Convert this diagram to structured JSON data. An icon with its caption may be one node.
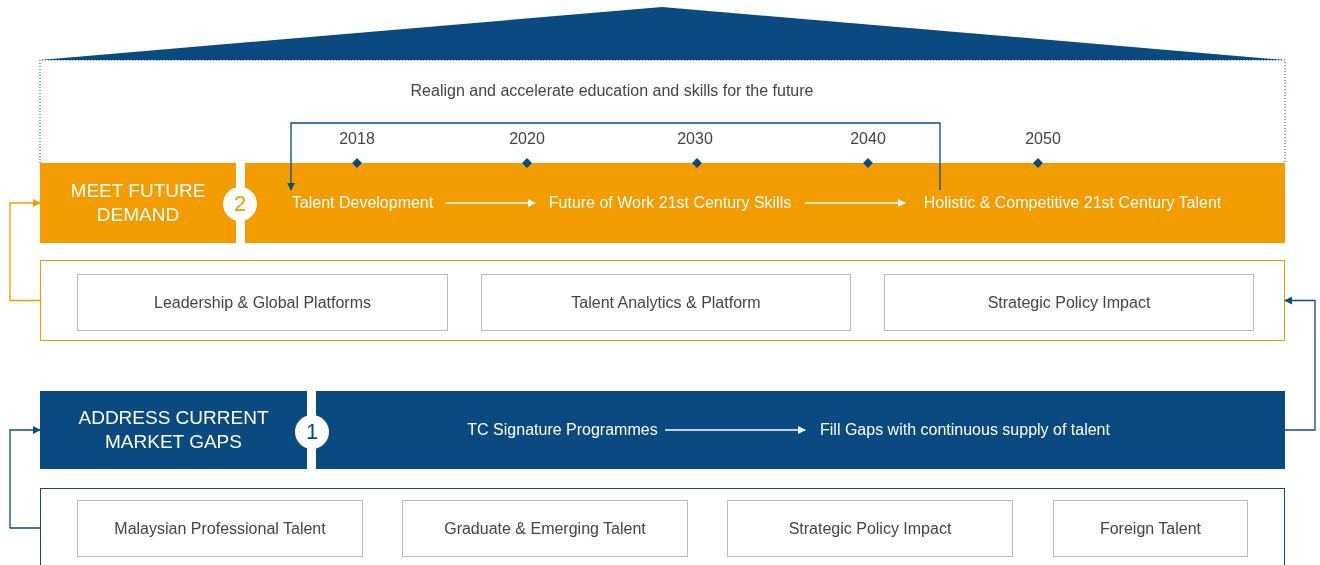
{
  "diagram": {
    "nodes": [
      {
        "text": [],
        "shape": "bar"
      },
      {
        "text": [
          "MEET FUTURE DEMAND"
        ],
        "in": 0
      },
      {
        "text": [
          "2"
        ],
        "in": 0
      },
      {
        "text": [
          "Talent Development"
        ],
        "in": 0
      },
      {
        "text": [
          "Future of Work 21st Century Skills"
        ],
        "in": 0
      },
      {
        "text": [
          "Holistic & Competitive 21st Century Talent"
        ],
        "in": 0
      },
      {
        "text": [],
        "shape": "box"
      },
      {
        "text": [
          "Leadership & Global Platforms"
        ],
        "in": 6
      },
      {
        "text": [
          "Talent Analytics & Platform"
        ],
        "in": 6
      },
      {
        "text": [
          "Strategic Policy Impact"
        ],
        "in": 6
      },
      {
        "text": [],
        "shape": "bar"
      },
      {
        "text": [
          "ADDRESS CURRENT MARKET GAPS"
        ],
        "in": 10
      },
      {
        "text": [
          "1"
        ],
        "in": 10
      },
      {
        "text": [
          "TC Signature Programmes"
        ],
        "in": 10
      },
      {
        "text": [
          "Fill Gaps with continuous supply of talent"
        ],
        "in": 10
      },
      {
        "text": [],
        "shape": "box"
      },
      {
        "text": [
          "Malaysian Professional Talent"
        ],
        "in": 15
      },
      {
        "text": [
          "Graduate & Emerging Talent"
        ],
        "in": 15
      },
      {
        "text": [
          "Strategic Policy Impact"
        ],
        "in": 15
      },
      {
        "text": [
          "Foreign Talent"
        ],
        "in": 15
      }
    ],
    "edges": [
      {
        "from": 3,
        "to": 4,
        "arrow": "to",
        "color": "#ffffff"
      },
      {
        "from": 4,
        "to": 5,
        "arrow": "to",
        "color": "#ffffff"
      },
      {
        "from": 5,
        "to": 3,
        "arrow": "to",
        "color": "#0b4a80"
      },
      {
        "from": 6,
        "to": 0,
        "arrow": "to",
        "color": "#f39c00"
      },
      {
        "from": 13,
        "to": 14,
        "arrow": "to",
        "color": "#ffffff"
      },
      {
        "from": 10,
        "to": 6,
        "arrow": "to",
        "color": "#0b4a80"
      },
      {
        "from": 15,
        "to": 10,
        "arrow": "to",
        "color": "#0b4a80"
      }
    ],
    "labels": [
      "Realign and accelerate education and skills for the future",
      "2018",
      "2020",
      "2030",
      "2040",
      "2050"
    ]
  }
}
